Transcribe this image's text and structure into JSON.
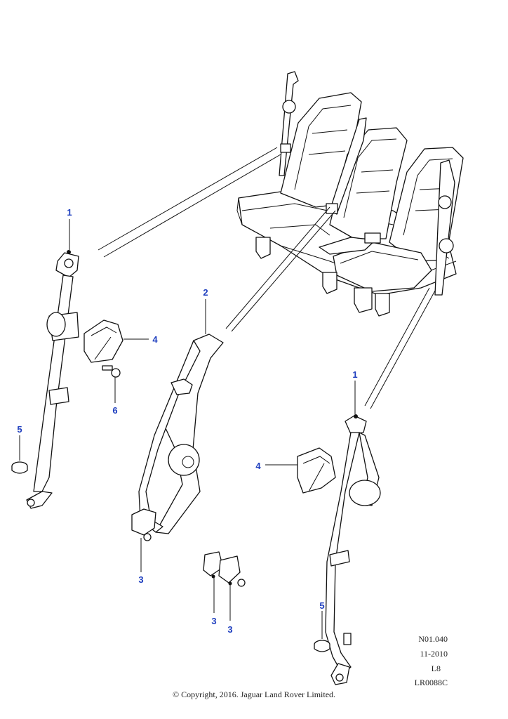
{
  "callouts": {
    "c1_left": "1",
    "c1_right": "1",
    "c2": "2",
    "c3_center": "3",
    "c3_buckle_a": "3",
    "c3_buckle_b": "3",
    "c4_left": "4",
    "c4_right": "4",
    "c5_left": "5",
    "c5_right": "5",
    "c6": "6"
  },
  "meta": {
    "ref_code": "N01.040",
    "date": "11-2010",
    "level": "L8",
    "drawing_id": "LR0088C"
  },
  "copyright": "© Copyright, 2016. Jaguar Land Rover Limited."
}
